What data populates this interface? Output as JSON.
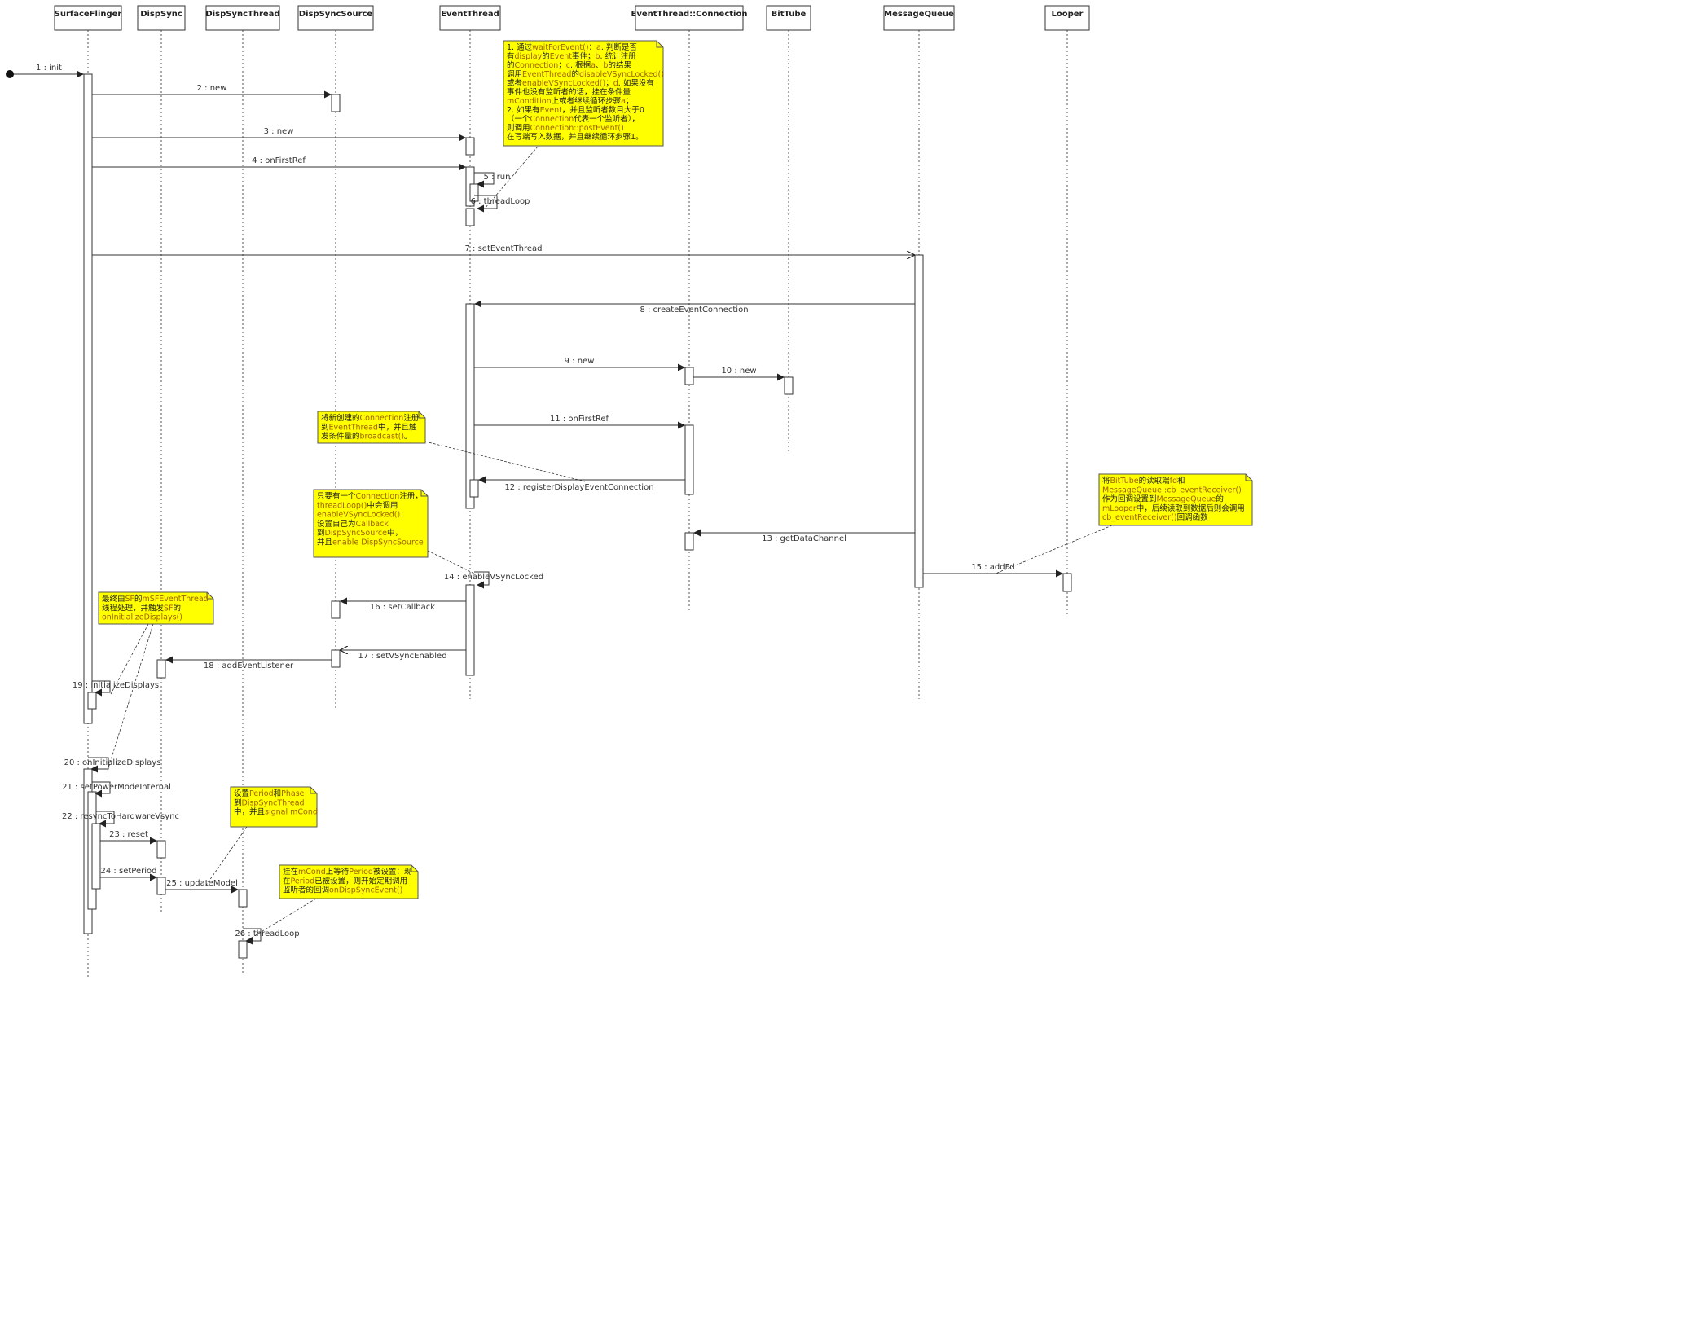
{
  "lifelines": [
    {
      "id": "sf",
      "label": "SurfaceFlinger"
    },
    {
      "id": "ds",
      "label": "DispSync"
    },
    {
      "id": "dst",
      "label": "DispSyncThread"
    },
    {
      "id": "dss",
      "label": "DispSyncSource"
    },
    {
      "id": "et",
      "label": "EventThread"
    },
    {
      "id": "etc",
      "label": "EventThread::Connection"
    },
    {
      "id": "bt",
      "label": "BitTube"
    },
    {
      "id": "mq",
      "label": "MessageQueue"
    },
    {
      "id": "lp",
      "label": "Looper"
    }
  ],
  "messages": [
    {
      "n": 1,
      "label": "1 : init"
    },
    {
      "n": 2,
      "label": "2 : new"
    },
    {
      "n": 3,
      "label": "3 : new"
    },
    {
      "n": 4,
      "label": "4 : onFirstRef"
    },
    {
      "n": 5,
      "label": "5 : run"
    },
    {
      "n": 6,
      "label": "6 : threadLoop"
    },
    {
      "n": 7,
      "label": "7 : setEventThread"
    },
    {
      "n": 8,
      "label": "8 : createEventConnection"
    },
    {
      "n": 9,
      "label": "9 : new"
    },
    {
      "n": 10,
      "label": "10 : new"
    },
    {
      "n": 11,
      "label": "11 : onFirstRef"
    },
    {
      "n": 12,
      "label": "12 : registerDisplayEventConnection"
    },
    {
      "n": 13,
      "label": "13 : getDataChannel"
    },
    {
      "n": 14,
      "label": "14 : enableVSyncLocked"
    },
    {
      "n": 15,
      "label": "15 : addFd"
    },
    {
      "n": 16,
      "label": "16 : setCallback"
    },
    {
      "n": 17,
      "label": "17 : setVSyncEnabled"
    },
    {
      "n": 18,
      "label": "18 : addEventListener"
    },
    {
      "n": 19,
      "label": "19 : initializeDisplays"
    },
    {
      "n": 20,
      "label": "20 : onInitializeDisplays"
    },
    {
      "n": 21,
      "label": "21 : setPowerModeInternal"
    },
    {
      "n": 22,
      "label": "22 : resyncToHardwareVsync"
    },
    {
      "n": 23,
      "label": "23 : reset"
    },
    {
      "n": 24,
      "label": "24 : setPeriod"
    },
    {
      "n": 25,
      "label": "25 : updateModel"
    },
    {
      "n": 26,
      "label": "26 : threadLoop"
    }
  ],
  "notes": [
    {
      "id": "note-threadloop",
      "lines": [
        "1. 通过waitForEvent()：a. 判断是否",
        "有display的Event事件；b. 统计注册",
        "的Connection；c. 根据a、b的结果",
        "调用EventThread的disableVSyncLocked()",
        "或者enableVSyncLocked()；d. 如果没有",
        "事件也没有监听者的话，挂在条件量",
        "mCondition上或者继续循环步骤a；",
        "2. 如果有Event，并且监听者数目大于0",
        "（一个Connection代表一个监听者），",
        "则调用Connection::postEvent()",
        "在写端写入数据，并且继续循环步骤1。"
      ]
    },
    {
      "id": "note-register",
      "lines": [
        "将新创建的Connection注册",
        "到EventThread中，并且触",
        "发条件量的broadcast()。"
      ]
    },
    {
      "id": "note-enable-vsync",
      "lines": [
        "只要有一个Connection注册，",
        "threadLoop()中会调用",
        "enableVSyncLocked()：",
        "设置自己为Callback",
        "到DispSyncSource中，",
        "并且enable DispSyncSource"
      ]
    },
    {
      "id": "note-addfd",
      "lines": [
        "将BitTube的读取端fd和",
        "MessageQueue::cb_eventReceiver()",
        "作为回调设置到MessageQueue的",
        "mLooper中，后续读取到数据后则会调用",
        "cb_eventReceiver()回调函数"
      ]
    },
    {
      "id": "note-init-displays",
      "lines": [
        "最终由SF的mSFEventThread",
        "线程处理，并触发SF的",
        "onInitializeDisplays()"
      ]
    },
    {
      "id": "note-update-model",
      "lines": [
        "设置Period和Phase",
        "到DispSyncThread",
        "中，并且signal mCond"
      ]
    },
    {
      "id": "note-dst-loop",
      "lines": [
        "挂在mCond上等待Period被设置：现",
        "在Period已被设置，则开始定期调用",
        "监听者的回调onDispSyncEvent()"
      ]
    }
  ],
  "colors": {
    "note_fill": "#ffff00",
    "note_text": "#222222",
    "note_keyword": "#a06000",
    "line": "#333333",
    "lifeline": "#555555"
  }
}
